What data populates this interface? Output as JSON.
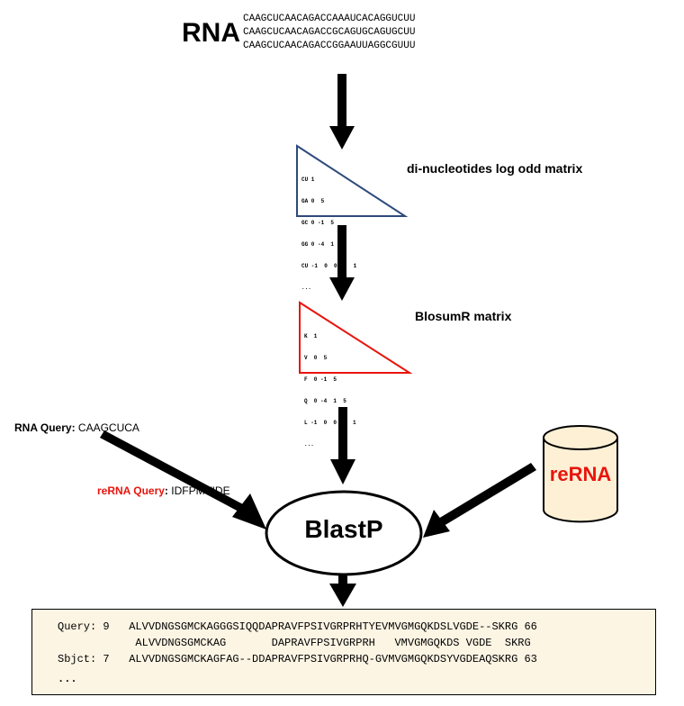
{
  "rna_label": "RNA",
  "rna_sequences": [
    "CAAGCUCAACAGACCAAAUCACAGGUCUU",
    "CAAGCUCAACAGACCGCAGUGCAGUGCUU",
    "CAAGCUCAACAGACCGGAAUUAGGCGUUU"
  ],
  "dinucleotide_matrix": {
    "label": "di-nucleotides log odd matrix",
    "rows": [
      "CU 1",
      "GA 0  5",
      "GC 0 -1  5",
      "GG 0 -4  1  5",
      "CU -1  0  0  0  1",
      "..."
    ]
  },
  "blosumr_matrix": {
    "label": "BlosumR matrix",
    "rows": [
      "K  1",
      "V  0  5",
      "F  0 -1  5",
      "Q  0 -4  1  5",
      "L -1  0  0  0  1",
      "..."
    ]
  },
  "rna_query": {
    "label": "RNA Query:",
    "value": "CAAGCUCA"
  },
  "rerna_query": {
    "label": "reRNA Query",
    "sep": ":",
    "value": "IDFPMVIDE"
  },
  "database_label": "reRNA",
  "blastp_label": "BlastP",
  "alignment": [
    "Query: 9   ALVVDNGSGMCKAGGGSIQQDAPRAVFPSIVGRPRHTYEVMVGMGQKDSLVGDE--SKRG 66",
    "            ALVVDNGSGMCKAG       DAPRAVFPSIVGRPRH   VMVGMGQKDS VGDE  SKRG",
    "Sbjct: 7   ALVVDNGSGMCKAGFAG--DDAPRAVFPSIVGRPRHQ-GVMVGMGQKDSYVGDEAQSKRG 63",
    "..."
  ],
  "colors": {
    "blue_triangle": "#2e4a7a",
    "red_triangle": "#e8140c",
    "highlight_red": "#e8140c",
    "cylinder_fill": "#fdf0d5",
    "alignment_bg": "#fdf5e4"
  }
}
